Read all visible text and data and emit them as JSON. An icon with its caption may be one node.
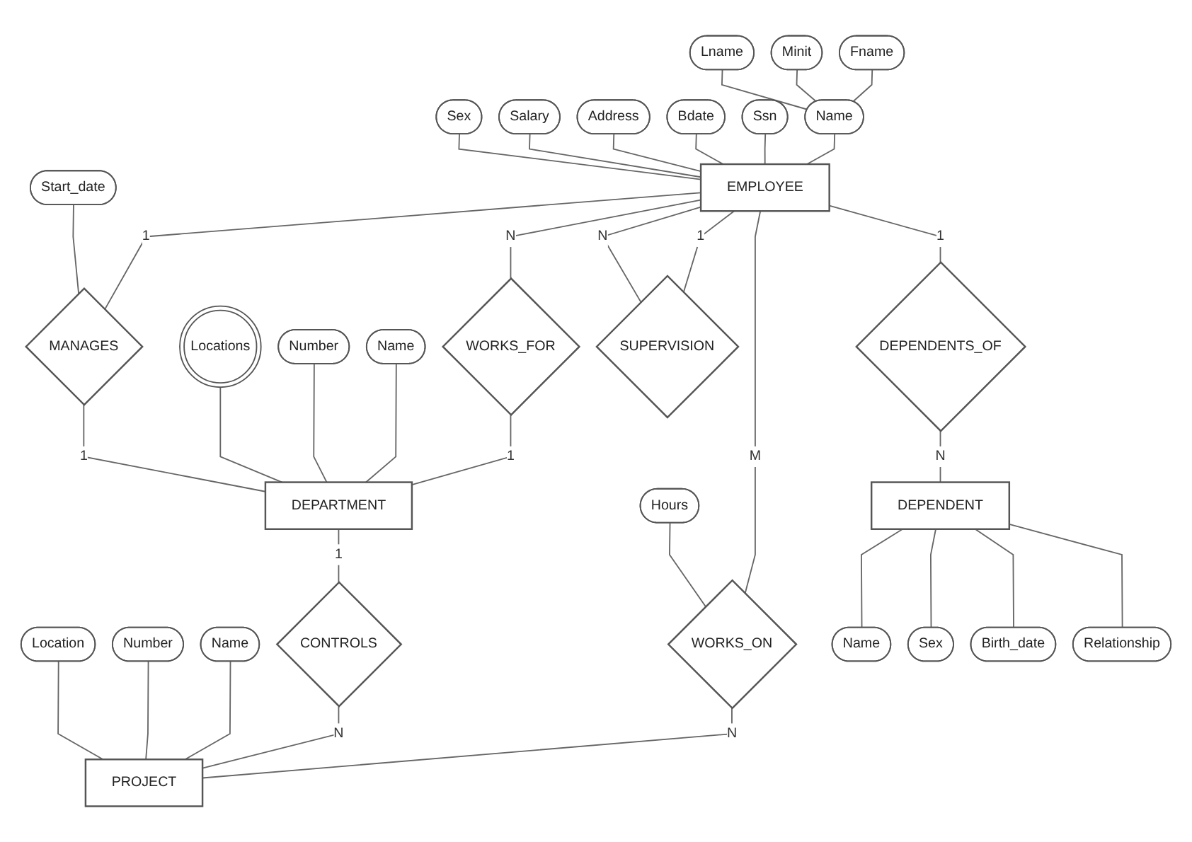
{
  "diagram": {
    "nodes": [
      {
        "text": [
          "Fname"
        ]
      },
      {
        "text": [
          "Minit"
        ]
      },
      {
        "text": [
          "Lname"
        ]
      },
      {
        "text": [
          "Name"
        ]
      },
      {
        "text": [
          "Ssn"
        ]
      },
      {
        "text": [
          "Bdate"
        ]
      },
      {
        "text": [
          "Address"
        ]
      },
      {
        "text": [
          "Salary"
        ]
      },
      {
        "text": [
          "Sex"
        ]
      },
      {
        "text": [
          "EMPLOYEE"
        ]
      },
      {
        "text": [
          "WORKS_FOR"
        ]
      },
      {
        "text": [
          "Name"
        ]
      },
      {
        "text": [
          "Number"
        ]
      },
      {
        "text": [
          "Locations"
        ]
      },
      {
        "text": [
          "DEPARTMENT"
        ]
      },
      {
        "text": [
          "Start_date"
        ]
      },
      {
        "text": [
          "MANAGES"
        ]
      },
      {
        "text": [
          "SUPERVISION"
        ]
      },
      {
        "text": [
          "Hours"
        ]
      },
      {
        "text": [
          "WORKS_ON"
        ]
      },
      {
        "text": [
          "CONTROLS"
        ]
      },
      {
        "text": [
          "DEPENDENTS_OF"
        ]
      },
      {
        "text": [
          "Name"
        ]
      },
      {
        "text": [
          "PROJECT"
        ]
      },
      {
        "text": [
          "Number"
        ]
      },
      {
        "text": [
          "Location"
        ]
      },
      {
        "text": [
          "DEPENDENT"
        ]
      },
      {
        "text": [
          "Name"
        ]
      },
      {
        "text": [
          "Sex"
        ]
      },
      {
        "text": [
          "Birth_date"
        ]
      },
      {
        "text": [
          "Relationship"
        ]
      }
    ],
    "edges": [
      {
        "from": 0,
        "to": 3,
        "arrow": "none"
      },
      {
        "from": 1,
        "to": 3,
        "arrow": "none"
      },
      {
        "from": 2,
        "to": 3,
        "arrow": "none"
      },
      {
        "from": 3,
        "to": 9,
        "arrow": "none"
      },
      {
        "from": 4,
        "to": 9,
        "arrow": "none"
      },
      {
        "from": 5,
        "to": 9,
        "arrow": "none"
      },
      {
        "from": 6,
        "to": 9,
        "arrow": "none"
      },
      {
        "from": 7,
        "to": 9,
        "arrow": "none"
      },
      {
        "from": 8,
        "to": 9,
        "arrow": "none"
      },
      {
        "from": 9,
        "to": 10,
        "arrow": "none",
        "label": "N"
      },
      {
        "from": 10,
        "to": 14,
        "arrow": "none",
        "label": "1"
      },
      {
        "from": 11,
        "to": 14,
        "arrow": "none"
      },
      {
        "from": 12,
        "to": 14,
        "arrow": "none"
      },
      {
        "from": 13,
        "to": 14,
        "arrow": "none"
      },
      {
        "from": 9,
        "to": 16,
        "arrow": "none",
        "label": "1"
      },
      {
        "from": 16,
        "to": 14,
        "arrow": "none",
        "label": "1"
      },
      {
        "from": 15,
        "to": 16,
        "arrow": "none"
      },
      {
        "from": 9,
        "to": 17,
        "arrow": "none",
        "label": "1"
      },
      {
        "from": 9,
        "to": 17,
        "arrow": "none",
        "label": "N"
      },
      {
        "from": 9,
        "to": 19,
        "arrow": "none",
        "label": "M"
      },
      {
        "from": 18,
        "to": 19,
        "arrow": "none"
      },
      {
        "from": 19,
        "to": 23,
        "arrow": "none",
        "label": "N"
      },
      {
        "from": 14,
        "to": 20,
        "arrow": "none",
        "label": "1"
      },
      {
        "from": 20,
        "to": 23,
        "arrow": "none",
        "label": "N"
      },
      {
        "from": 9,
        "to": 21,
        "arrow": "none",
        "label": "1"
      },
      {
        "from": 21,
        "to": 26,
        "arrow": "none",
        "label": "N"
      },
      {
        "from": 22,
        "to": 23,
        "arrow": "none"
      },
      {
        "from": 24,
        "to": 23,
        "arrow": "none"
      },
      {
        "from": 25,
        "to": 23,
        "arrow": "none"
      },
      {
        "from": 26,
        "to": 27,
        "arrow": "none"
      },
      {
        "from": 26,
        "to": 28,
        "arrow": "none"
      },
      {
        "from": 26,
        "to": 29,
        "arrow": "none"
      },
      {
        "from": 26,
        "to": 30,
        "arrow": "none"
      }
    ]
  }
}
